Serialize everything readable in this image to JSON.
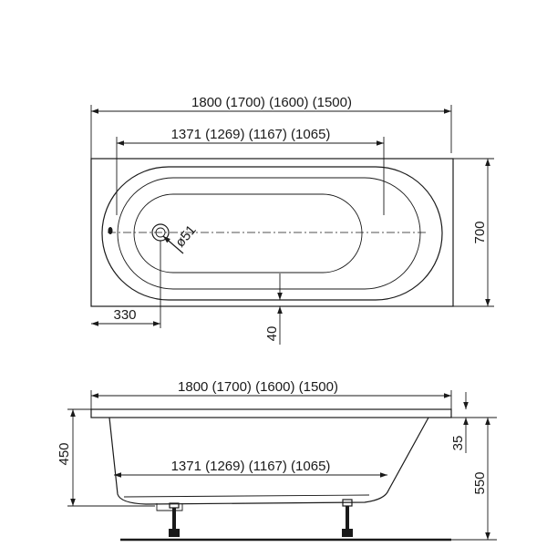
{
  "top_view": {
    "overall_length": "1800 (1700) (1600) (1500)",
    "inner_length": "1371 (1269) (1167) (1065)",
    "width": "700",
    "drain_offset": "330",
    "bottom_offset": "40",
    "drain_diameter": "ø51"
  },
  "side_view": {
    "overall_length": "1800 (1700) (1600) (1500)",
    "bottom_length": "1371 (1269) (1167) (1065)",
    "depth": "450",
    "total_height": "550",
    "rim_thickness": "35"
  }
}
